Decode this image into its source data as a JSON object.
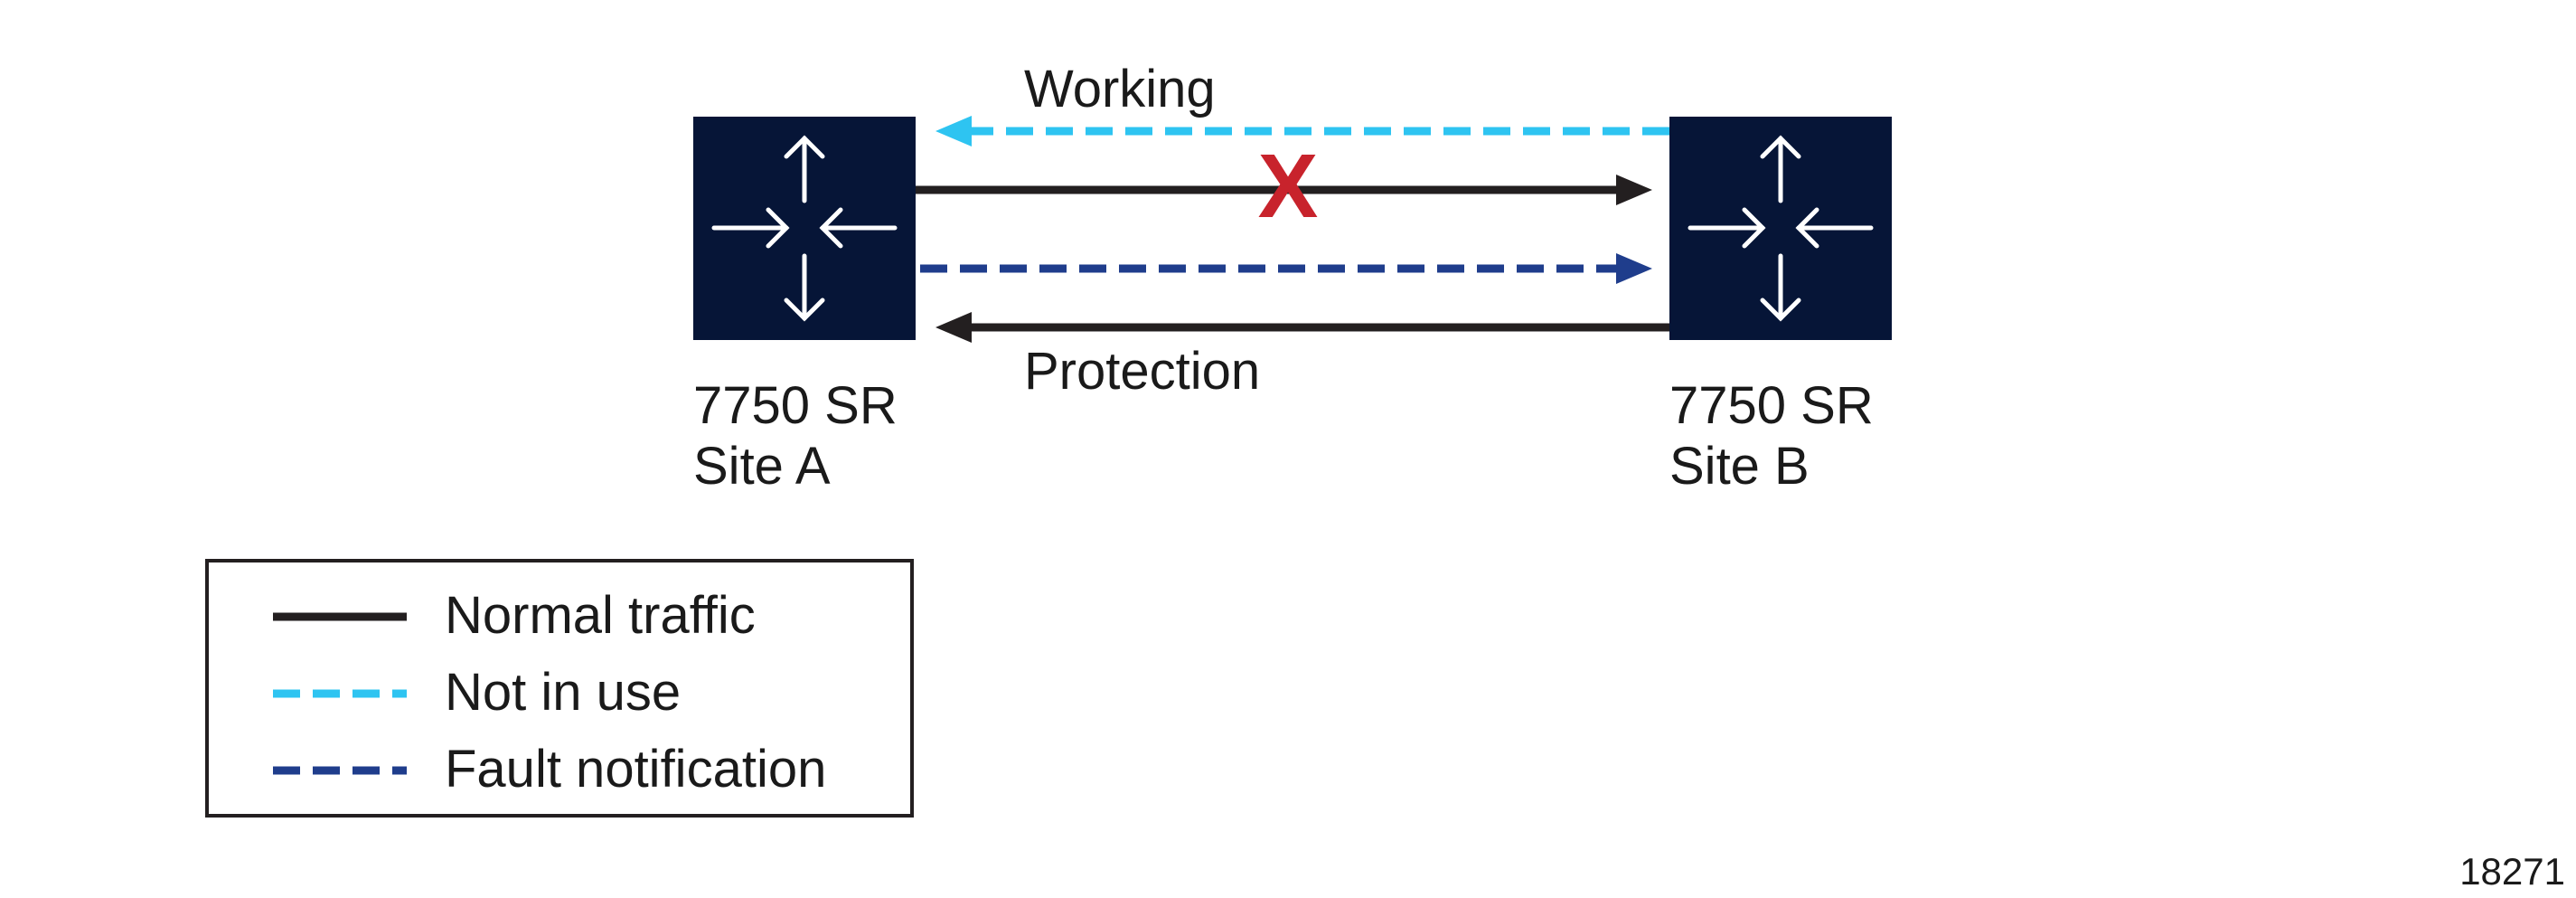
{
  "links": {
    "working_label": "Working",
    "protection_label": "Protection",
    "fault_marker": "X"
  },
  "site_a": {
    "line1": "7750 SR",
    "line2": "Site A",
    "icon": "router-icon"
  },
  "site_b": {
    "line1": "7750 SR",
    "line2": "Site B",
    "icon": "router-icon"
  },
  "legend": {
    "items": [
      {
        "label": "Normal traffic",
        "style": "solid",
        "color": "#231f20"
      },
      {
        "label": "Not in use",
        "style": "dashed",
        "color": "#2ec4f1"
      },
      {
        "label": "Fault notification",
        "style": "dashed",
        "color": "#1f3d8c"
      }
    ]
  },
  "figure_id": "18271",
  "colors": {
    "router_fill": "#061537",
    "router_arrow": "#ffffff",
    "normal": "#231f20",
    "not_in_use": "#2ec4f1",
    "fault_notification": "#1f3d8c",
    "fault_x": "#c8232c"
  }
}
